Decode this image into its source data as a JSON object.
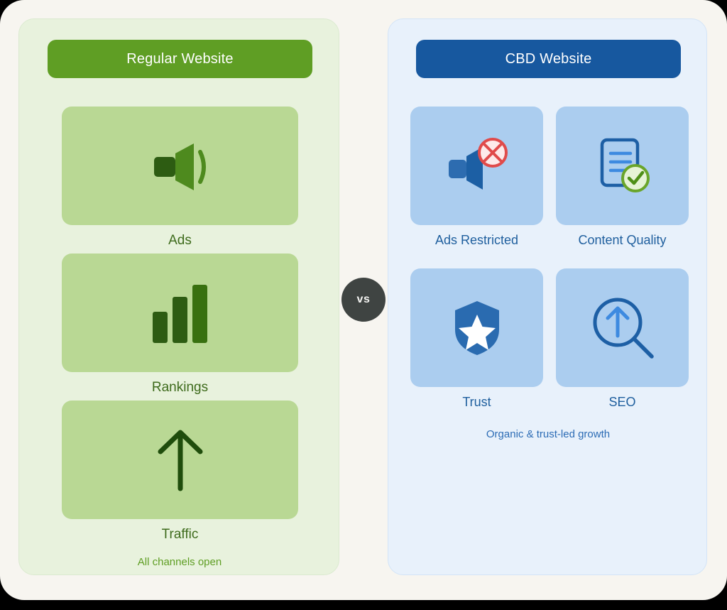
{
  "canvas": {
    "background": "#f7f5f0"
  },
  "vs_badge": {
    "label": "vs",
    "color": "#3f4442",
    "text_color": "#f4f4f2"
  },
  "left_panel": {
    "title": "Regular Website",
    "header_color": "#5f9e24",
    "panel_color": "#e8f2dd",
    "tile_color": "#b9d894",
    "label_color": "#3e6b1c",
    "footer": "All channels open",
    "items": [
      {
        "label": "Ads",
        "icon": "megaphone-icon"
      },
      {
        "label": "Rankings",
        "icon": "bar-chart-icon"
      },
      {
        "label": "Traffic",
        "icon": "arrow-up-icon"
      }
    ]
  },
  "right_panel": {
    "title": "CBD Website",
    "header_color": "#17589f",
    "panel_color": "#e8f1fb",
    "tile_color": "#abcdef",
    "label_color": "#1f5f9e",
    "footer": "Organic & trust-led growth",
    "items": [
      {
        "label": "Ads Restricted",
        "icon": "megaphone-blocked-icon"
      },
      {
        "label": "Content Quality",
        "icon": "document-check-icon"
      },
      {
        "label": "Trust",
        "icon": "shield-star-icon"
      },
      {
        "label": "SEO",
        "icon": "magnifier-arrow-up-icon"
      }
    ]
  }
}
